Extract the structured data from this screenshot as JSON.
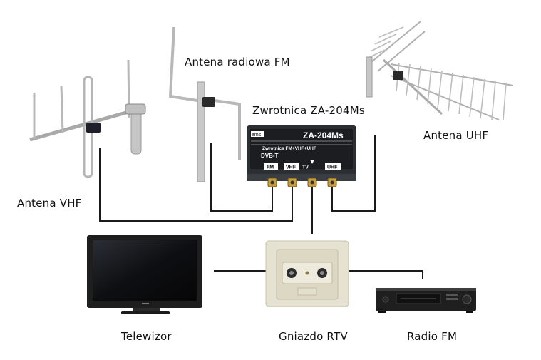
{
  "labels": {
    "fm_antenna": "Antena radiowa FM",
    "splitter_title": "Zwrotnica ZA-204Ms",
    "uhf_antenna": "Antena UHF",
    "vhf_antenna": "Antena VHF",
    "tv": "Telewizor",
    "socket": "Gniazdo RTV",
    "radio": "Radio FM"
  },
  "splitter": {
    "brand": "ams",
    "model": "ZA-204Ms",
    "subtitle": "Zwrotnica FM+VHF+UHF",
    "dvbt": "DVB-T",
    "port_fm": "FM",
    "port_vhf": "VHF",
    "port_tv": "TV",
    "port_uhf": "UHF"
  }
}
